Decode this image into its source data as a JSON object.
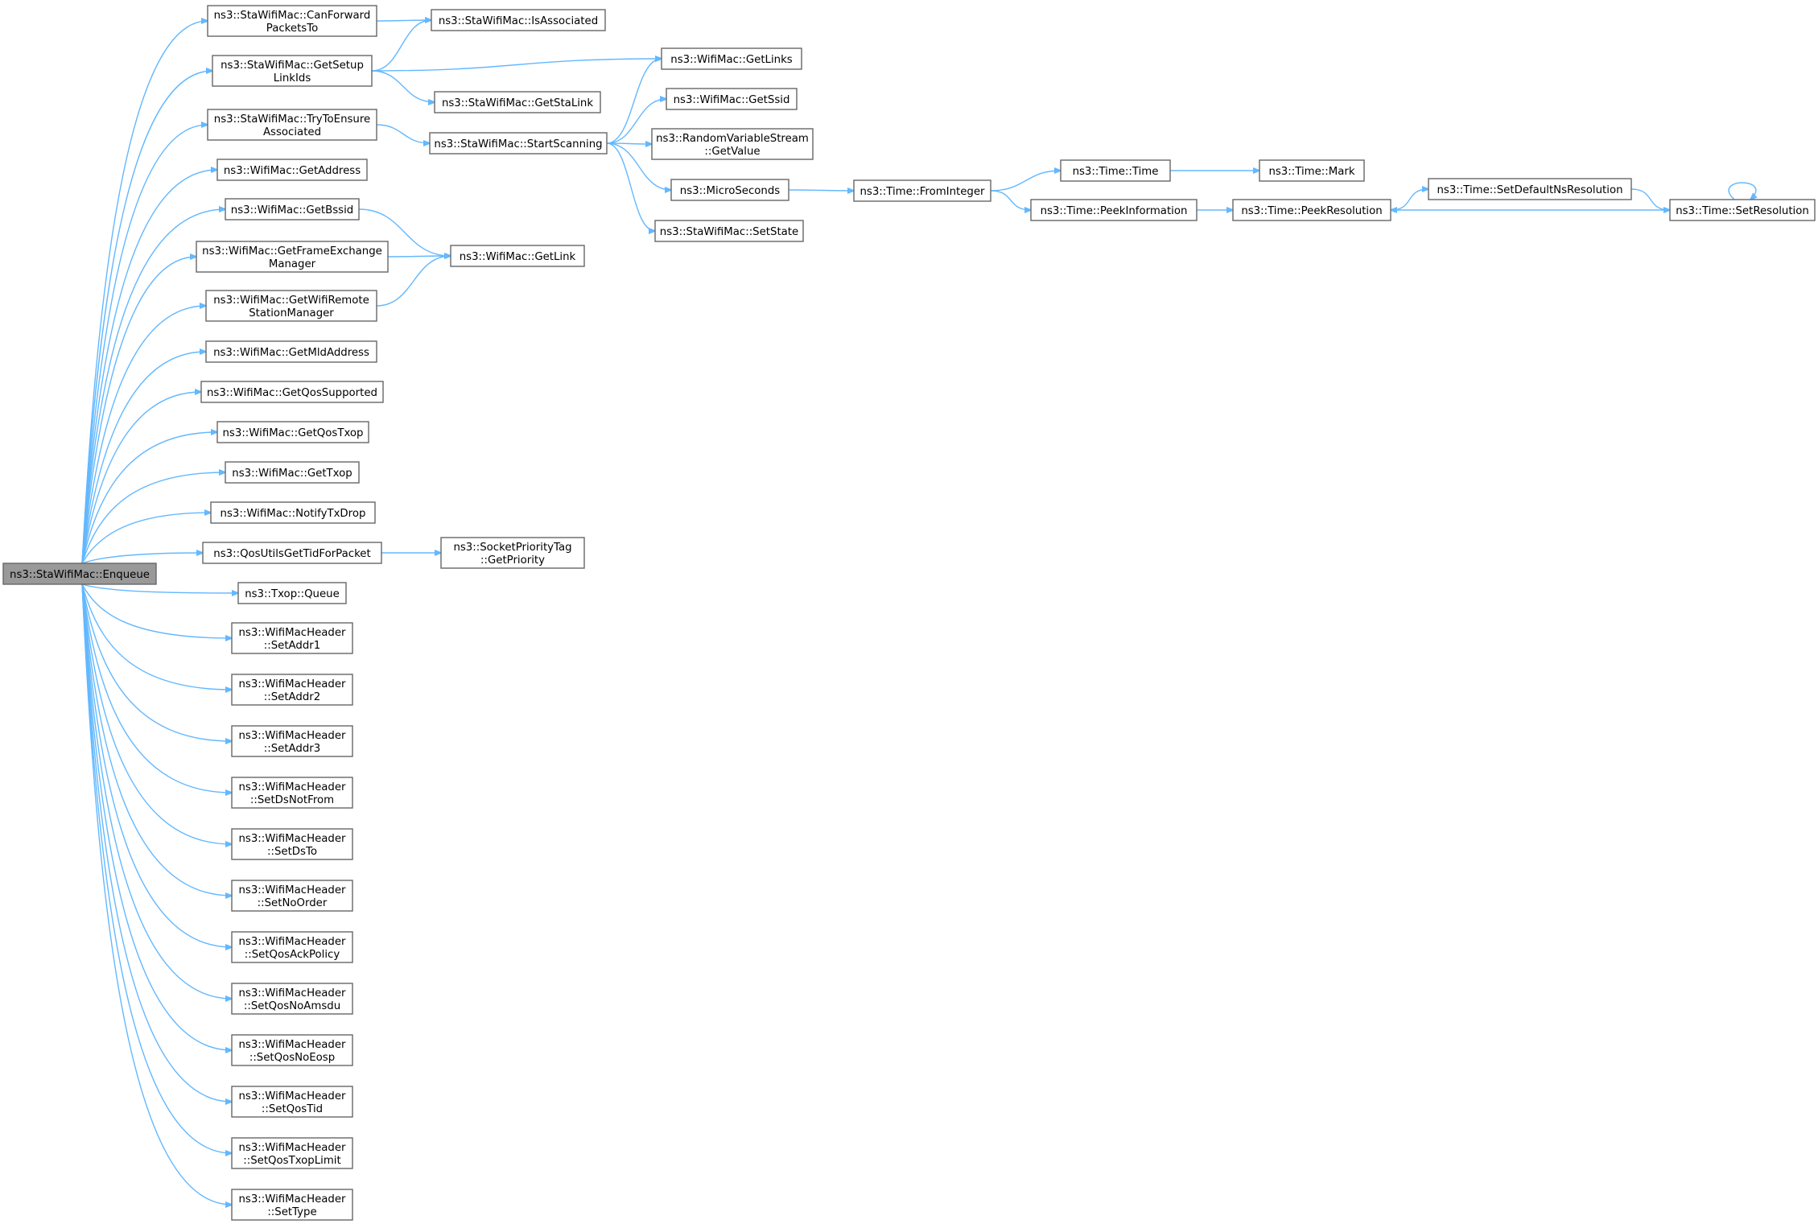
{
  "diagram": {
    "type": "call-graph",
    "edge_color": "#63b8ff",
    "node_border_color": "#666666",
    "root_fill_color": "#999999",
    "nodes": [
      {
        "id": "enqueue",
        "lines": [
          "ns3::StaWifiMac::Enqueue"
        ],
        "root": true
      },
      {
        "id": "canforward",
        "lines": [
          "ns3::StaWifiMac::CanForward",
          "PacketsTo"
        ]
      },
      {
        "id": "isassociated",
        "lines": [
          "ns3::StaWifiMac::IsAssociated"
        ]
      },
      {
        "id": "getsetup",
        "lines": [
          "ns3::StaWifiMac::GetSetup",
          "LinkIds"
        ]
      },
      {
        "id": "getlinks",
        "lines": [
          "ns3::WifiMac::GetLinks"
        ]
      },
      {
        "id": "getstalink",
        "lines": [
          "ns3::StaWifiMac::GetStaLink"
        ]
      },
      {
        "id": "getssid",
        "lines": [
          "ns3::WifiMac::GetSsid"
        ]
      },
      {
        "id": "trytoensure",
        "lines": [
          "ns3::StaWifiMac::TryToEnsure",
          "Associated"
        ]
      },
      {
        "id": "startscanning",
        "lines": [
          "ns3::StaWifiMac::StartScanning"
        ]
      },
      {
        "id": "getvalue",
        "lines": [
          "ns3::RandomVariableStream",
          "::GetValue"
        ]
      },
      {
        "id": "getaddress",
        "lines": [
          "ns3::WifiMac::GetAddress"
        ]
      },
      {
        "id": "microseconds",
        "lines": [
          "ns3::MicroSeconds"
        ]
      },
      {
        "id": "frominteger",
        "lines": [
          "ns3::Time::FromInteger"
        ]
      },
      {
        "id": "timetime",
        "lines": [
          "ns3::Time::Time"
        ]
      },
      {
        "id": "timemark",
        "lines": [
          "ns3::Time::Mark"
        ]
      },
      {
        "id": "setdefaultns",
        "lines": [
          "ns3::Time::SetDefaultNsResolution"
        ]
      },
      {
        "id": "getbssid",
        "lines": [
          "ns3::WifiMac::GetBssid"
        ]
      },
      {
        "id": "peekinformation",
        "lines": [
          "ns3::Time::PeekInformation"
        ]
      },
      {
        "id": "peekresolution",
        "lines": [
          "ns3::Time::PeekResolution"
        ]
      },
      {
        "id": "setresolution",
        "lines": [
          "ns3::Time::SetResolution"
        ]
      },
      {
        "id": "setstate",
        "lines": [
          "ns3::StaWifiMac::SetState"
        ]
      },
      {
        "id": "getframe",
        "lines": [
          "ns3::WifiMac::GetFrameExchange",
          "Manager"
        ]
      },
      {
        "id": "getlink",
        "lines": [
          "ns3::WifiMac::GetLink"
        ]
      },
      {
        "id": "getremote",
        "lines": [
          "ns3::WifiMac::GetWifiRemote",
          "StationManager"
        ]
      },
      {
        "id": "getmld",
        "lines": [
          "ns3::WifiMac::GetMldAddress"
        ]
      },
      {
        "id": "getqossupported",
        "lines": [
          "ns3::WifiMac::GetQosSupported"
        ]
      },
      {
        "id": "getqostxop",
        "lines": [
          "ns3::WifiMac::GetQosTxop"
        ]
      },
      {
        "id": "gettxop",
        "lines": [
          "ns3::WifiMac::GetTxop"
        ]
      },
      {
        "id": "notifytxdrop",
        "lines": [
          "ns3::WifiMac::NotifyTxDrop"
        ]
      },
      {
        "id": "qosutils",
        "lines": [
          "ns3::QosUtilsGetTidForPacket"
        ]
      },
      {
        "id": "getpriority",
        "lines": [
          "ns3::SocketPriorityTag",
          "::GetPriority"
        ]
      },
      {
        "id": "txopqueue",
        "lines": [
          "ns3::Txop::Queue"
        ]
      },
      {
        "id": "setaddr1",
        "lines": [
          "ns3::WifiMacHeader",
          "::SetAddr1"
        ]
      },
      {
        "id": "setaddr2",
        "lines": [
          "ns3::WifiMacHeader",
          "::SetAddr2"
        ]
      },
      {
        "id": "setaddr3",
        "lines": [
          "ns3::WifiMacHeader",
          "::SetAddr3"
        ]
      },
      {
        "id": "setdsnotfrom",
        "lines": [
          "ns3::WifiMacHeader",
          "::SetDsNotFrom"
        ]
      },
      {
        "id": "setdsto",
        "lines": [
          "ns3::WifiMacHeader",
          "::SetDsTo"
        ]
      },
      {
        "id": "setnoorder",
        "lines": [
          "ns3::WifiMacHeader",
          "::SetNoOrder"
        ]
      },
      {
        "id": "setqosack",
        "lines": [
          "ns3::WifiMacHeader",
          "::SetQosAckPolicy"
        ]
      },
      {
        "id": "setqosnoamsdu",
        "lines": [
          "ns3::WifiMacHeader",
          "::SetQosNoAmsdu"
        ]
      },
      {
        "id": "setqosnoeosp",
        "lines": [
          "ns3::WifiMacHeader",
          "::SetQosNoEosp"
        ]
      },
      {
        "id": "setqostid",
        "lines": [
          "ns3::WifiMacHeader",
          "::SetQosTid"
        ]
      },
      {
        "id": "setqostxoplimit",
        "lines": [
          "ns3::WifiMacHeader",
          "::SetQosTxopLimit"
        ]
      },
      {
        "id": "settype",
        "lines": [
          "ns3::WifiMacHeader",
          "::SetType"
        ]
      }
    ],
    "edges": [
      [
        "enqueue",
        "canforward"
      ],
      [
        "enqueue",
        "getsetup"
      ],
      [
        "enqueue",
        "trytoensure"
      ],
      [
        "enqueue",
        "getaddress"
      ],
      [
        "enqueue",
        "getbssid"
      ],
      [
        "enqueue",
        "getframe"
      ],
      [
        "enqueue",
        "getremote"
      ],
      [
        "enqueue",
        "getmld"
      ],
      [
        "enqueue",
        "getqossupported"
      ],
      [
        "enqueue",
        "getqostxop"
      ],
      [
        "enqueue",
        "gettxop"
      ],
      [
        "enqueue",
        "notifytxdrop"
      ],
      [
        "enqueue",
        "qosutils"
      ],
      [
        "enqueue",
        "txopqueue"
      ],
      [
        "enqueue",
        "setaddr1"
      ],
      [
        "enqueue",
        "setaddr2"
      ],
      [
        "enqueue",
        "setaddr3"
      ],
      [
        "enqueue",
        "setdsnotfrom"
      ],
      [
        "enqueue",
        "setdsto"
      ],
      [
        "enqueue",
        "setnoorder"
      ],
      [
        "enqueue",
        "setqosack"
      ],
      [
        "enqueue",
        "setqosnoamsdu"
      ],
      [
        "enqueue",
        "setqosnoeosp"
      ],
      [
        "enqueue",
        "setqostid"
      ],
      [
        "enqueue",
        "setqostxoplimit"
      ],
      [
        "enqueue",
        "settype"
      ],
      [
        "canforward",
        "isassociated"
      ],
      [
        "getsetup",
        "isassociated"
      ],
      [
        "getsetup",
        "getlinks"
      ],
      [
        "getsetup",
        "getstalink"
      ],
      [
        "trytoensure",
        "startscanning"
      ],
      [
        "startscanning",
        "getlinks"
      ],
      [
        "startscanning",
        "getssid"
      ],
      [
        "startscanning",
        "getvalue"
      ],
      [
        "startscanning",
        "microseconds"
      ],
      [
        "startscanning",
        "setstate"
      ],
      [
        "microseconds",
        "frominteger"
      ],
      [
        "frominteger",
        "timetime"
      ],
      [
        "frominteger",
        "peekinformation"
      ],
      [
        "timetime",
        "timemark"
      ],
      [
        "peekinformation",
        "peekresolution"
      ],
      [
        "peekresolution",
        "setdefaultns"
      ],
      [
        "setdefaultns",
        "setresolution"
      ],
      [
        "setresolution",
        "peekresolution"
      ],
      [
        "setresolution",
        "setresolution"
      ],
      [
        "getbssid",
        "getlink"
      ],
      [
        "getframe",
        "getlink"
      ],
      [
        "getremote",
        "getlink"
      ],
      [
        "qosutils",
        "getpriority"
      ]
    ]
  }
}
